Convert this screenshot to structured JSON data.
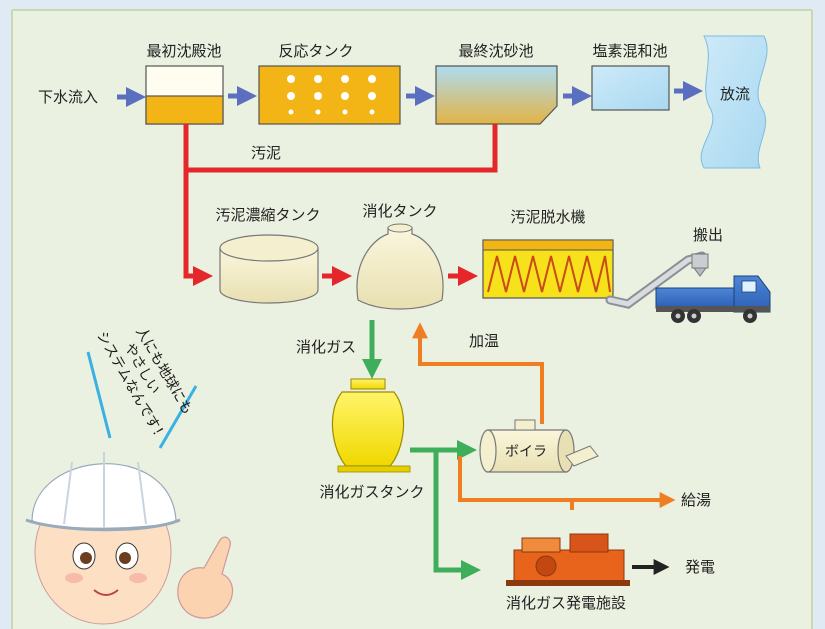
{
  "labels": {
    "inflow": "下水流入",
    "primary_settling": "最初沈殿池",
    "reaction_tank": "反応タンク",
    "final_settling": "最終沈砂池",
    "chlorine_mixing": "塩素混和池",
    "discharge": "放流",
    "sludge": "汚泥",
    "sludge_thickener": "汚泥濃縮タンク",
    "digestion_tank": "消化タンク",
    "dewatering": "汚泥脱水機",
    "carry_out": "搬出",
    "digestion_gas": "消化ガス",
    "heating": "加温",
    "gas_tank": "消化ガスタンク",
    "boiler": "ボイラ",
    "hot_water": "給湯",
    "generation": "発電",
    "power_facility": "消化ガス発電施設"
  },
  "mascot_speech": [
    "人にも地球にも",
    "やさしい",
    "システムなんです！"
  ],
  "colors": {
    "water_flow": "#5b6fc0",
    "sludge_flow": "#e5262a",
    "gas_flow": "#3fae5a",
    "heat_flow": "#ef7d22",
    "power_flow": "#222222",
    "tank_fill": "#f3b516",
    "panel_bg": "#ebf1e1"
  }
}
